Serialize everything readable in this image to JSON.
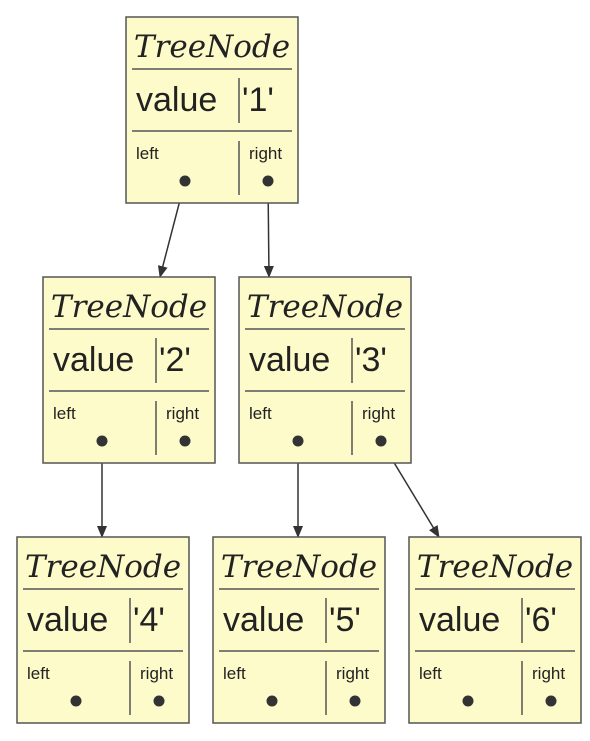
{
  "diagram": {
    "node_class": "TreeNode",
    "field_value_label": "value",
    "left_label": "left",
    "right_label": "right",
    "colors": {
      "node_fill": "#fdfbc9",
      "border": "#555555",
      "edge": "#333333",
      "text": "#222222"
    },
    "nodes": [
      {
        "id": "n1",
        "value": "'1'"
      },
      {
        "id": "n2",
        "value": "'2'"
      },
      {
        "id": "n3",
        "value": "'3'"
      },
      {
        "id": "n4",
        "value": "'4'"
      },
      {
        "id": "n5",
        "value": "'5'"
      },
      {
        "id": "n6",
        "value": "'6'"
      }
    ],
    "edges": [
      {
        "from": "n1",
        "slot": "left",
        "to": "n2"
      },
      {
        "from": "n1",
        "slot": "right",
        "to": "n3"
      },
      {
        "from": "n2",
        "slot": "left",
        "to": "n4"
      },
      {
        "from": "n3",
        "slot": "left",
        "to": "n5"
      },
      {
        "from": "n3",
        "slot": "right",
        "to": "n6"
      }
    ]
  }
}
